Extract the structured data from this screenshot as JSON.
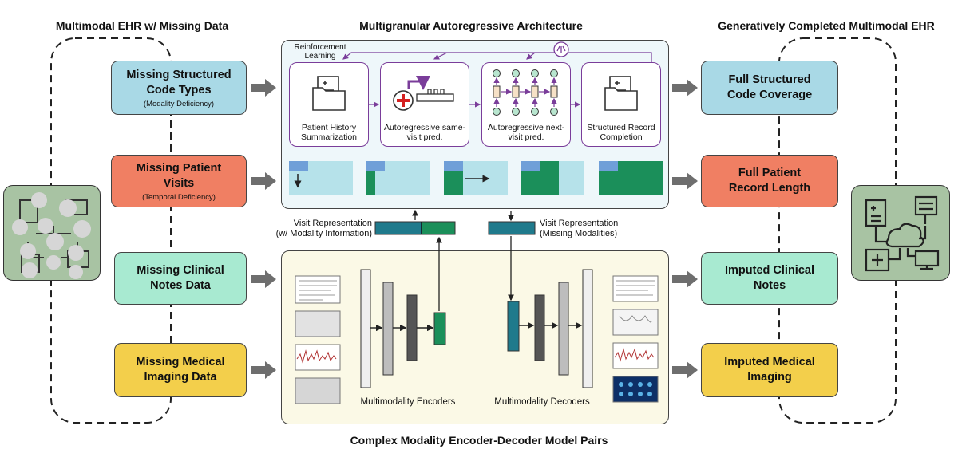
{
  "headings": {
    "left": "Multimodal EHR w/ Missing Data",
    "center": "Multigranular Autoregressive Architecture",
    "right": "Generatively Completed Multimodal EHR",
    "bottom": "Complex Modality Encoder-Decoder Model Pairs"
  },
  "inputs": [
    {
      "title": "Missing Structured Code Types",
      "sub": "(Modality Deficiency)"
    },
    {
      "title": "Missing Patient Visits",
      "sub": "(Temporal Deficiency)"
    },
    {
      "title": "Missing Clinical Notes Data",
      "sub": ""
    },
    {
      "title": "Missing Medical Imaging Data",
      "sub": ""
    }
  ],
  "outputs": [
    {
      "title": "Full Structured Code Coverage"
    },
    {
      "title": "Full Patient Record Length"
    },
    {
      "title": "Imputed Clinical Notes"
    },
    {
      "title": "Imputed Medical Imaging"
    }
  ],
  "autoregressive": {
    "rl_label": "Reinforcement Learning",
    "stages": [
      {
        "caption": "Patient History Summarization"
      },
      {
        "caption": "Autoregressive same-visit pred."
      },
      {
        "caption": "Autoregressive next-visit pred."
      },
      {
        "caption": "Structured Record Completion"
      }
    ]
  },
  "visit_representation": {
    "left_line1": "Visit Representation",
    "left_line2": "(w/ Modality Information)",
    "right_line1": "Visit Representation",
    "right_line2": "(Missing Modalities)"
  },
  "encoder_decoder": {
    "encoders_label": "Multimodality Encoders",
    "decoders_label": "Multimodality Decoders"
  },
  "colors": {
    "structured": "#a9d9e6",
    "visits": "#f07f63",
    "notes": "#a8ead1",
    "imaging": "#f3cf4b",
    "accent_purple": "#7a3d9a",
    "teal": "#1f7a8c",
    "green": "#1b8f5a"
  }
}
